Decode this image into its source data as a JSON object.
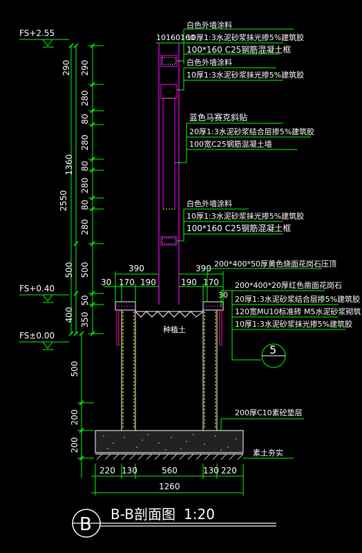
{
  "elevation_marks": {
    "top": "FS+2.55",
    "mid": "FS+0.40",
    "base": "FS±0.00"
  },
  "vertical_dims_right": [
    "290",
    "290",
    "280",
    "80",
    "280",
    "80",
    "280",
    "80",
    "280",
    "500",
    "50",
    "350"
  ],
  "vertical_dims_mid": [
    "1360",
    "500",
    "400"
  ],
  "vertical_dim_total": "2550",
  "vertical_dims_lower": [
    "500",
    "200",
    "200"
  ],
  "top_dims": "10160160",
  "horizontal_dims": {
    "top_left": "390",
    "top_right": "390",
    "left_row": [
      "30",
      "170",
      "190"
    ],
    "right_row": [
      "190",
      "170"
    ],
    "right_small": "30",
    "bottom_row": [
      "220",
      "130",
      "560",
      "130",
      "220"
    ],
    "bottom_total": "1260"
  },
  "annotations": {
    "top1_a": "白色外墙涂料",
    "top1_b": "10厚1:3水泥砂浆抹光掺5%建筑胶",
    "top1_c": "100*160 C25钢筋混凝土框",
    "top2_a": "白色外墙涂料",
    "top2_b": "10厚1:3水泥砂浆抹光掺5%建筑胶",
    "wall_a": "蓝色马赛克斜贴",
    "wall_b": "20厚1:3水泥砂浆结合层掺5%建筑胶",
    "wall_c": "100宽C25钢筋混凝土墙",
    "bot1_a": "白色外墙涂料",
    "bot1_b": "10厚1:3水泥砂浆抹光掺5%建筑胶",
    "bot1_c": "100*160 C25钢筋混凝土框",
    "cap": "200*400*50厚黄色烧面花岗石压顶",
    "side_a": "200*400*20厚红色凿面花岗石",
    "side_b": "20厚1:3水泥砂浆结合层掺5%建筑胶",
    "side_c": "120宽MU10标准砖 M5水泥砂浆砌筑",
    "side_d": "10厚1:3水泥砂浆抹光掺5%建筑胶",
    "soil": "种植土",
    "base_layer": "200厚C10素砼垫层",
    "ground": "素土夯实"
  },
  "detail_ref": "5",
  "title": {
    "letter": "B",
    "text": "B-B剖面图",
    "scale": "1:20"
  },
  "colors": {
    "background": "#000000",
    "text": "#ffffff",
    "dims": "#00ff00",
    "wall": "#ff00ff",
    "brick": "#ffff00",
    "leader": "#00ff00"
  }
}
